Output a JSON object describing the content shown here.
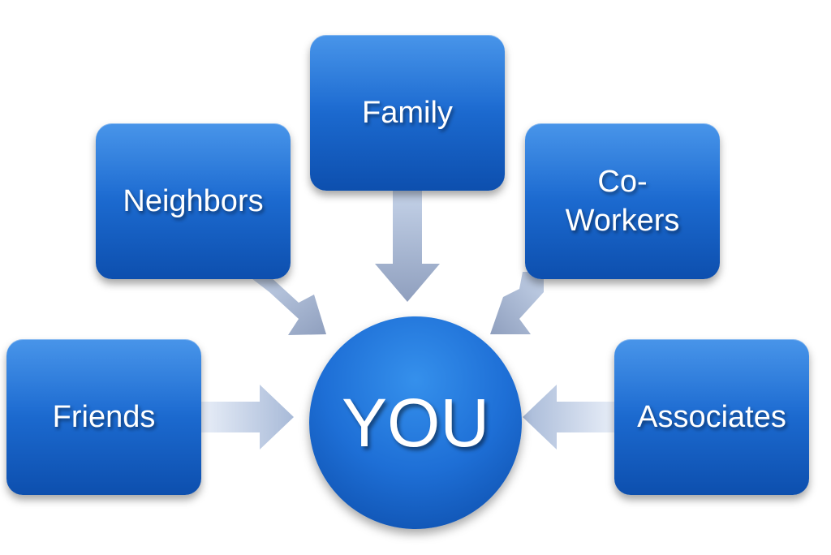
{
  "diagram": {
    "center": {
      "label": "YOU"
    },
    "nodes": [
      {
        "id": "friends",
        "label": "Friends"
      },
      {
        "id": "neighbors",
        "label": "Neighbors"
      },
      {
        "id": "family",
        "label": "Family"
      },
      {
        "id": "co_workers",
        "label": "Co-\nWorkers"
      },
      {
        "id": "associates",
        "label": "Associates"
      }
    ],
    "colors": {
      "box": "#1d6cd2",
      "arrow": "#a9bcd9",
      "text": "#ffffff"
    }
  }
}
